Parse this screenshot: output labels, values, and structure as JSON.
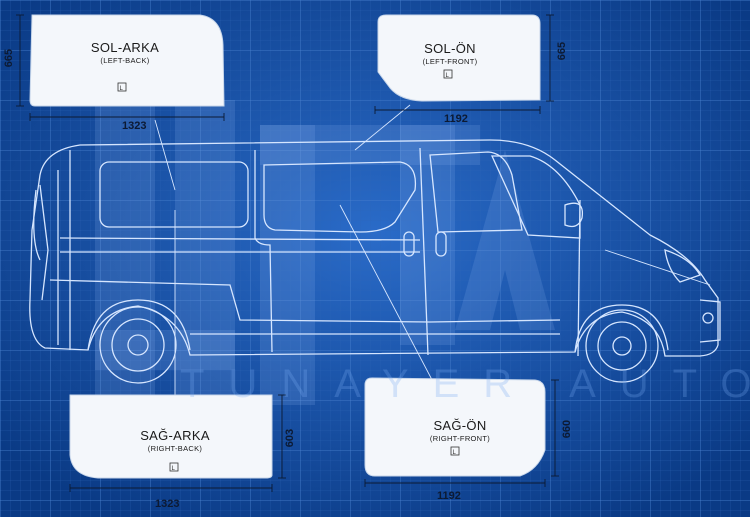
{
  "panels": {
    "sol_arka": {
      "title": "SOL-ARKA",
      "subtitle": "(LEFT-BACK)",
      "width": "1323",
      "height": "665",
      "mark": "L"
    },
    "sol_on": {
      "title": "SOL-ÖN",
      "subtitle": "(LEFT-FRONT)",
      "width": "1192",
      "height": "665",
      "mark": "L"
    },
    "sag_arka": {
      "title": "SAĞ-ARKA",
      "subtitle": "(RIGHT-BACK)",
      "width": "1323",
      "height": "603",
      "mark": "L"
    },
    "sag_on": {
      "title": "SAĞ-ÖN",
      "subtitle": "(RIGHT-FRONT)",
      "width": "1192",
      "height": "660",
      "mark": "L"
    }
  },
  "watermark": "TUNAYER AUTO",
  "colors": {
    "background": "#0f4aa3",
    "grid": "#3a74c4",
    "line": "#d6e6ff",
    "panel": "#f4f7fb"
  }
}
